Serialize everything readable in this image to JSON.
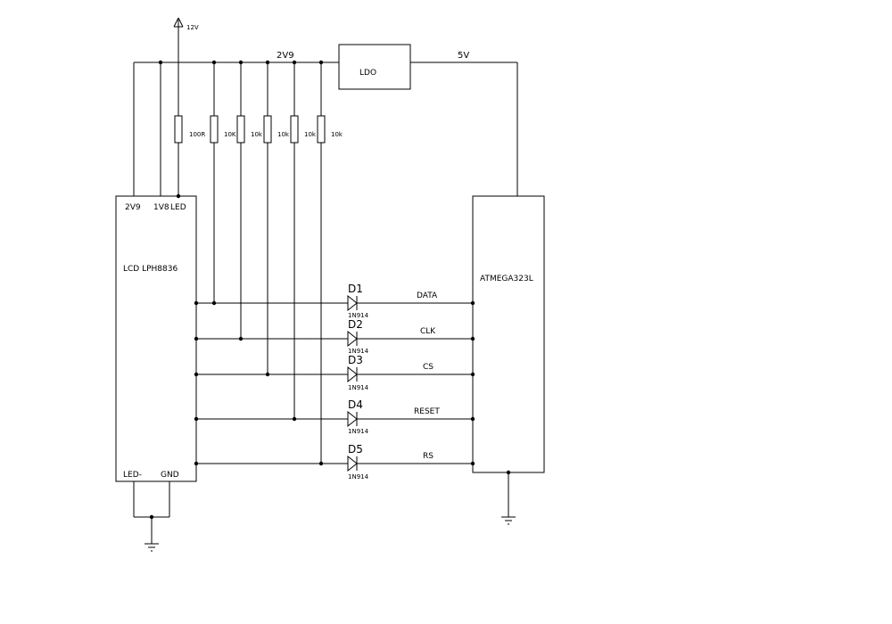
{
  "rails": {
    "v12": "12V",
    "v2v9": "2V9",
    "v5": "5V"
  },
  "ldo": {
    "label": "LDO"
  },
  "lcd": {
    "title": "LCD LPH8836",
    "pins": {
      "p2v9": "2V9",
      "p1v8": "1V8",
      "led": "LED",
      "led_minus": "LED-",
      "gnd": "GND"
    }
  },
  "mcu": {
    "label": "ATMEGA323L"
  },
  "resistors": [
    "100R",
    "10K",
    "10k",
    "10k",
    "10k",
    "10k"
  ],
  "diode_part": "1N914",
  "signals": [
    {
      "diode": "D1",
      "net": "DATA"
    },
    {
      "diode": "D2",
      "net": "CLK"
    },
    {
      "diode": "D3",
      "net": "CS"
    },
    {
      "diode": "D4",
      "net": "RESET"
    },
    {
      "diode": "D5",
      "net": "RS"
    }
  ]
}
